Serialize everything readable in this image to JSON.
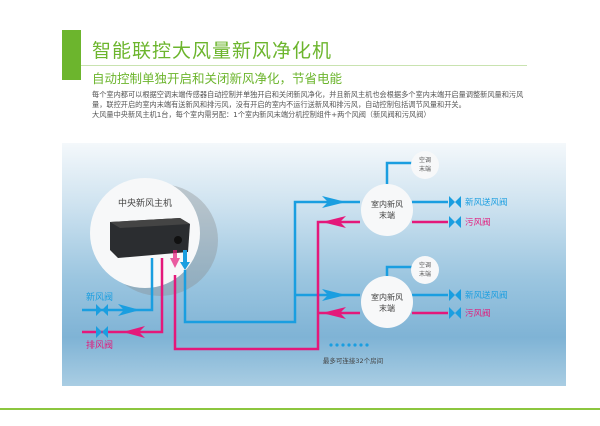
{
  "header": {
    "title": "智能联控大风量新风净化机",
    "subtitle": "自动控制单独开启和关闭新风净化，节省电能"
  },
  "description": [
    "每个室内都可以根据空调末端传感器自动控制并单独开启和关闭新风净化，并且新风主机也会根据多个室内末端开启量调整新风量和污风量，联控开启的室内末端有送新风和排污风，没有开启的室内不运行送新风和排污风，自动控制包括调节风量和开关。",
    "大风量中央新风主机1台，每个室内需另配：1个室内新风末端分机控制组件+两个风阀（新风阀和污风阀）"
  ],
  "diagram": {
    "main_unit": "中央新风主机",
    "fresh_valve": "新风阀",
    "exhaust_valve": "排风阀",
    "rooms": [
      {
        "terminal_line1": "室内新风",
        "terminal_line2": "末端",
        "ac_line1": "空调",
        "ac_line2": "末端",
        "supply_valve": "新风送风阀",
        "dirty_valve": "污风阀"
      },
      {
        "terminal_line1": "室内新风",
        "terminal_line2": "末端",
        "ac_line1": "空调",
        "ac_line2": "末端",
        "supply_valve": "新风送风阀",
        "dirty_valve": "污风阀"
      }
    ],
    "max_rooms_note": "最多可连接32个房间"
  },
  "colors": {
    "green": "#6cb52d",
    "blue": "#1a9ee0",
    "pink": "#e4187a"
  }
}
